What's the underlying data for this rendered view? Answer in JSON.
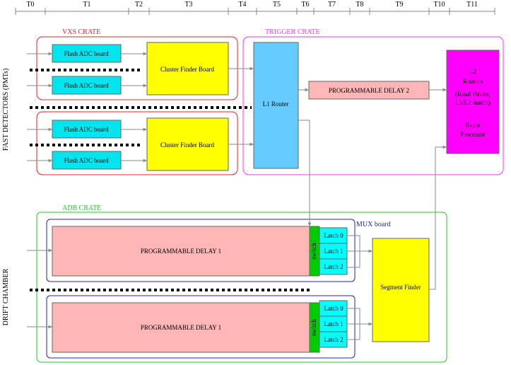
{
  "timeline": {
    "labels": [
      "T0",
      "T1",
      "T2",
      "T3",
      "T4",
      "T5",
      "T6",
      "T7",
      "T8",
      "T9",
      "T10",
      "T11"
    ]
  },
  "side_labels": {
    "fast_detectors": "FAST DETECTORS (PMTs)",
    "drift_chamber": "DRIFT CHAMBER"
  },
  "crates": {
    "vxs": "VXS CRATE",
    "trigger": "TRIGGER CRATE",
    "adb": "ADB CRATE",
    "mux": "MUX board"
  },
  "blocks": {
    "flash_adc": "Flash ADC board",
    "cluster_finder": "Cluster Finder Board",
    "l1_router": "L1 Router",
    "prog_delay_2": "PROGRAMMABLE DELAY 2",
    "l2_routers": [
      "L2",
      "Routers",
      "(Road Finder,",
      "L1/L2 match)",
      "Event",
      "Processor"
    ],
    "prog_delay_1_top": "PROGRAMMABLE DELAY   1",
    "prog_delay_1_bottom": "PROGRAMMABLE DELAY 1",
    "switch": "switch",
    "latch": [
      "Latch 0",
      "Latch 1",
      "Latch 2"
    ],
    "segment_finder": "Segment Finder"
  },
  "colors": {
    "flash_adc": "#00e5ee",
    "cluster_finder": "#ffff00",
    "l1_router": "#66ccff",
    "prog_delay": "#ffb6b6",
    "l2_routers": "#ff00ff",
    "switch": "#00cc00",
    "latch": "#00ffff",
    "segment_finder": "#ffff00",
    "vxs_border": "#e8232a",
    "trigger_border": "#ff33ff",
    "adb_border": "#22cc22",
    "mux_border": "#2222cc"
  }
}
